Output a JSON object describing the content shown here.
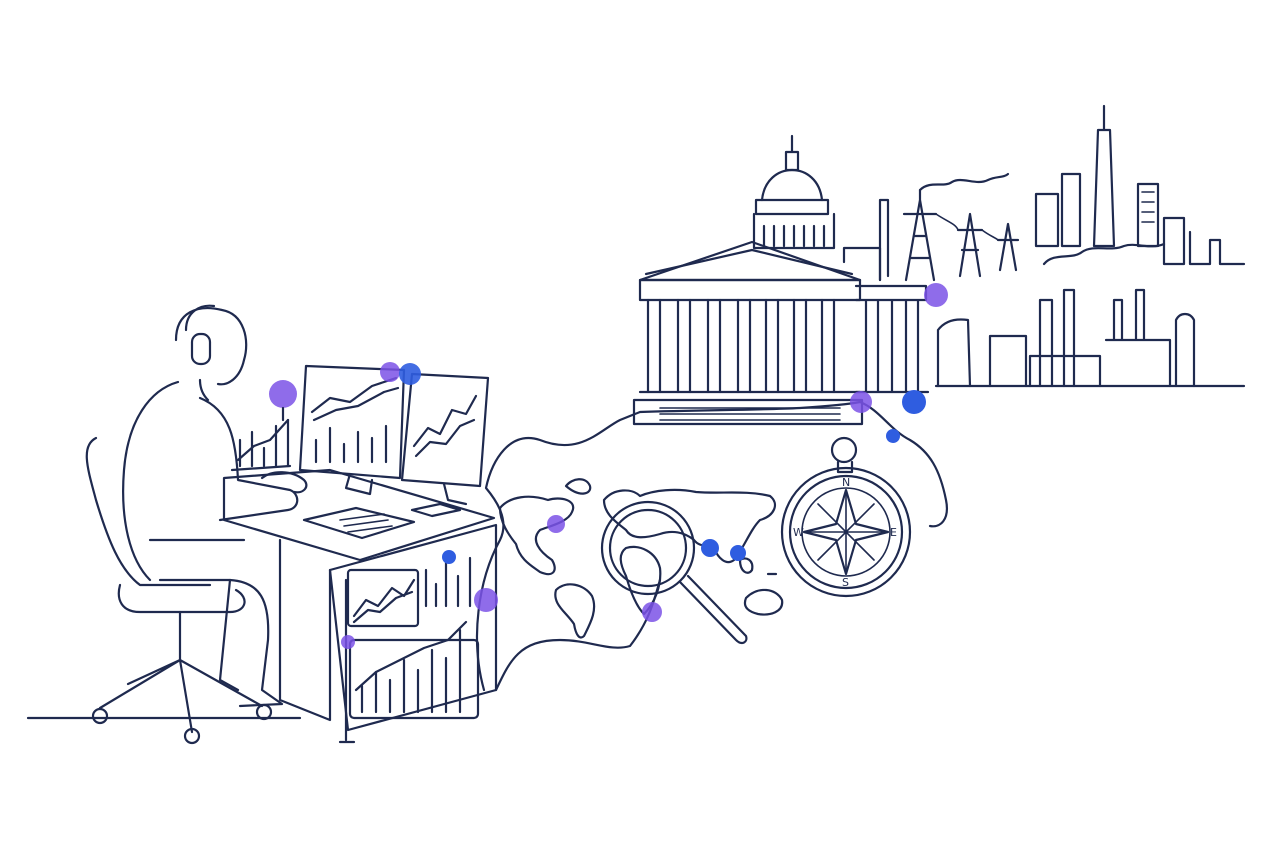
{
  "scene": {
    "style": "single-line illustration",
    "stroke_color": "#1f2a4f",
    "accent_colors": {
      "blue": "#2f5de0",
      "violet": "#7b52e6"
    },
    "compass_letters": {
      "north": "N",
      "south": "S",
      "east": "E",
      "west": "W"
    }
  }
}
